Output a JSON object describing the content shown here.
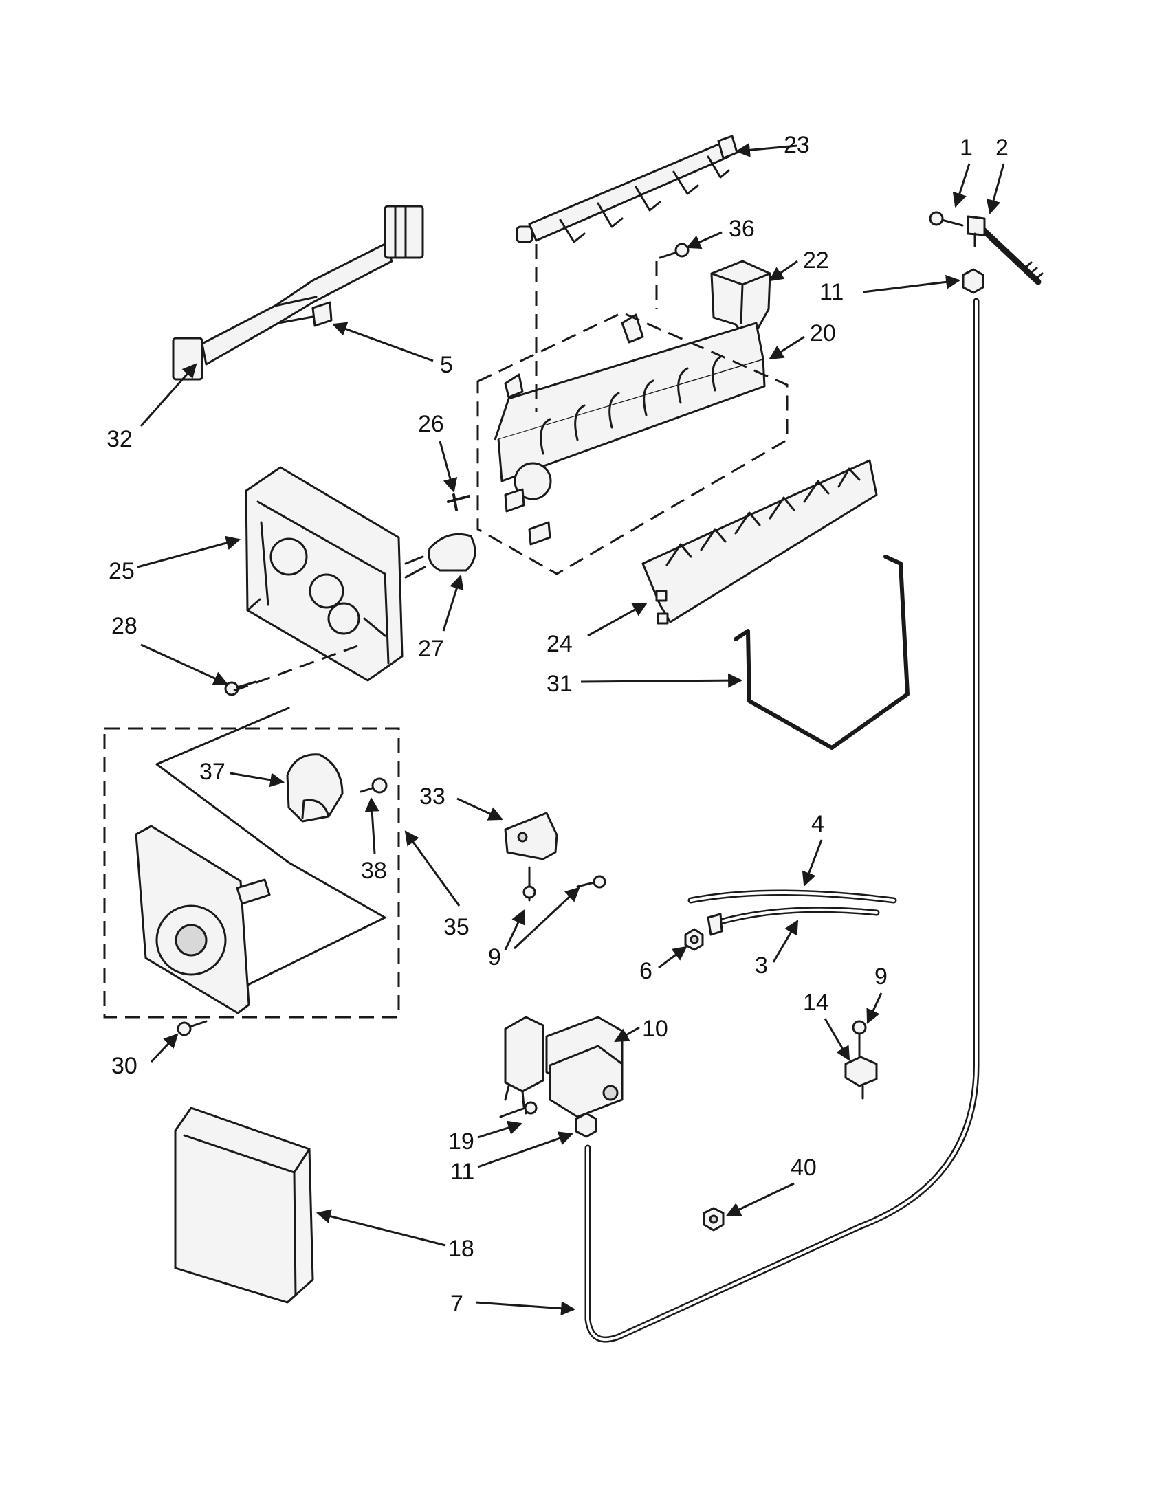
{
  "callouts": [
    {
      "id": "c1",
      "label": "1"
    },
    {
      "id": "c2",
      "label": "2"
    },
    {
      "id": "c3",
      "label": "3"
    },
    {
      "id": "c4",
      "label": "4"
    },
    {
      "id": "c5",
      "label": "5"
    },
    {
      "id": "c6",
      "label": "6"
    },
    {
      "id": "c7",
      "label": "7"
    },
    {
      "id": "c9a",
      "label": "9"
    },
    {
      "id": "c9b",
      "label": "9"
    },
    {
      "id": "c10",
      "label": "10"
    },
    {
      "id": "c11a",
      "label": "11"
    },
    {
      "id": "c11b",
      "label": "11"
    },
    {
      "id": "c14",
      "label": "14"
    },
    {
      "id": "c18",
      "label": "18"
    },
    {
      "id": "c19",
      "label": "19"
    },
    {
      "id": "c20",
      "label": "20"
    },
    {
      "id": "c22",
      "label": "22"
    },
    {
      "id": "c23",
      "label": "23"
    },
    {
      "id": "c24",
      "label": "24"
    },
    {
      "id": "c25",
      "label": "25"
    },
    {
      "id": "c26",
      "label": "26"
    },
    {
      "id": "c27",
      "label": "27"
    },
    {
      "id": "c28",
      "label": "28"
    },
    {
      "id": "c30",
      "label": "30"
    },
    {
      "id": "c31",
      "label": "31"
    },
    {
      "id": "c32",
      "label": "32"
    },
    {
      "id": "c33",
      "label": "33"
    },
    {
      "id": "c35",
      "label": "35"
    },
    {
      "id": "c36",
      "label": "36"
    },
    {
      "id": "c37",
      "label": "37"
    },
    {
      "id": "c38",
      "label": "38"
    },
    {
      "id": "c40",
      "label": "40"
    }
  ]
}
